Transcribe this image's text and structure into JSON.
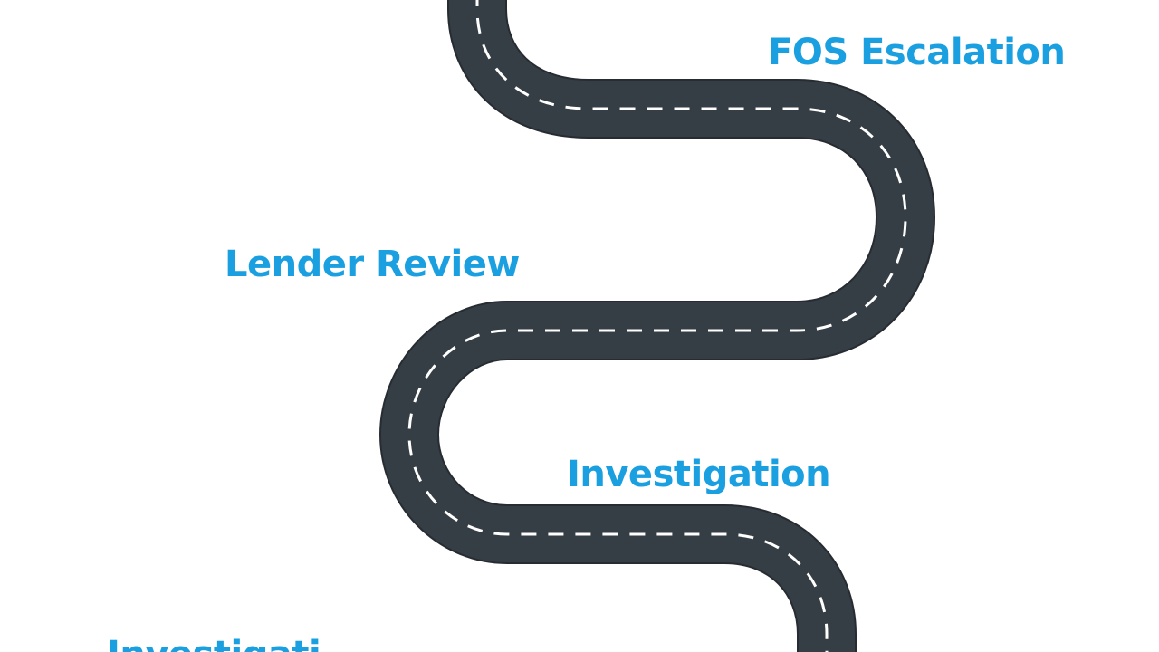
{
  "diagram": {
    "labels": {
      "fos_escalation": "FOS Escalation",
      "lender_review": "Lender Review",
      "investigation": "Investigation",
      "bottom_partial": "Investigati..."
    },
    "colors": {
      "label_blue": "#1aa0e0",
      "road": "#363e45",
      "road_edge": "#262c32",
      "lane_marking": "#ffffff",
      "background": "#ffffff"
    }
  }
}
